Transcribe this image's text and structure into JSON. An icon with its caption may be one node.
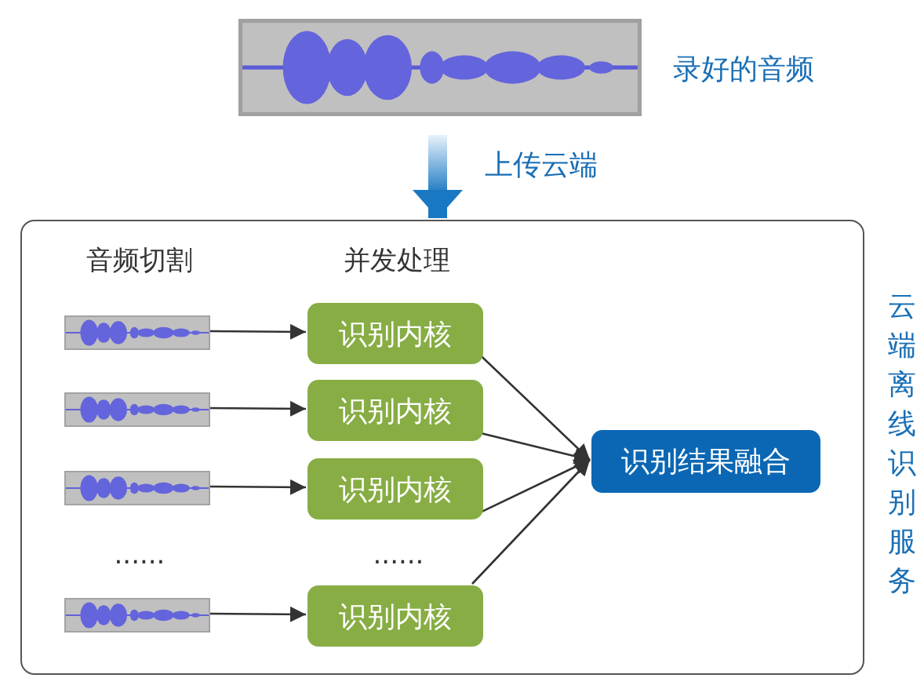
{
  "diagram": {
    "nodes": [
      {
        "text": [],
        "shape": "picture",
        "beside": [
          "录好的音频"
        ]
      },
      {
        "text": [
          "云端离线识别服务"
        ]
      },
      {
        "text": [],
        "shape": "picture",
        "in": 1
      },
      {
        "text": [],
        "shape": "picture",
        "in": 1
      },
      {
        "text": [],
        "shape": "picture",
        "in": 1
      },
      {
        "text": [],
        "shape": "picture",
        "in": 1
      },
      {
        "text": [
          "识别内核"
        ],
        "in": 1
      },
      {
        "text": [
          "识别内核"
        ],
        "in": 1
      },
      {
        "text": [
          "识别内核"
        ],
        "in": 1
      },
      {
        "text": [
          "识别内核"
        ],
        "in": 1
      },
      {
        "text": [
          "识别结果融合"
        ],
        "in": 1
      }
    ],
    "edges": [
      {
        "from": 0,
        "to": 1,
        "arrow": "to",
        "label": "上传云端",
        "style": "thick",
        "color": "#1a78c2"
      },
      {
        "from": 2,
        "to": 6,
        "arrow": "to"
      },
      {
        "from": 3,
        "to": 7,
        "arrow": "to"
      },
      {
        "from": 4,
        "to": 8,
        "arrow": "to"
      },
      {
        "from": 5,
        "to": 9,
        "arrow": "to"
      },
      {
        "from": 6,
        "to": 10,
        "arrow": "to"
      },
      {
        "from": 7,
        "to": 10,
        "arrow": "to"
      },
      {
        "from": 8,
        "to": 10,
        "arrow": "to"
      },
      {
        "from": 9,
        "to": 10,
        "arrow": "to"
      }
    ],
    "labels": [
      "音频切割",
      "并发处理",
      "......",
      "......"
    ]
  }
}
